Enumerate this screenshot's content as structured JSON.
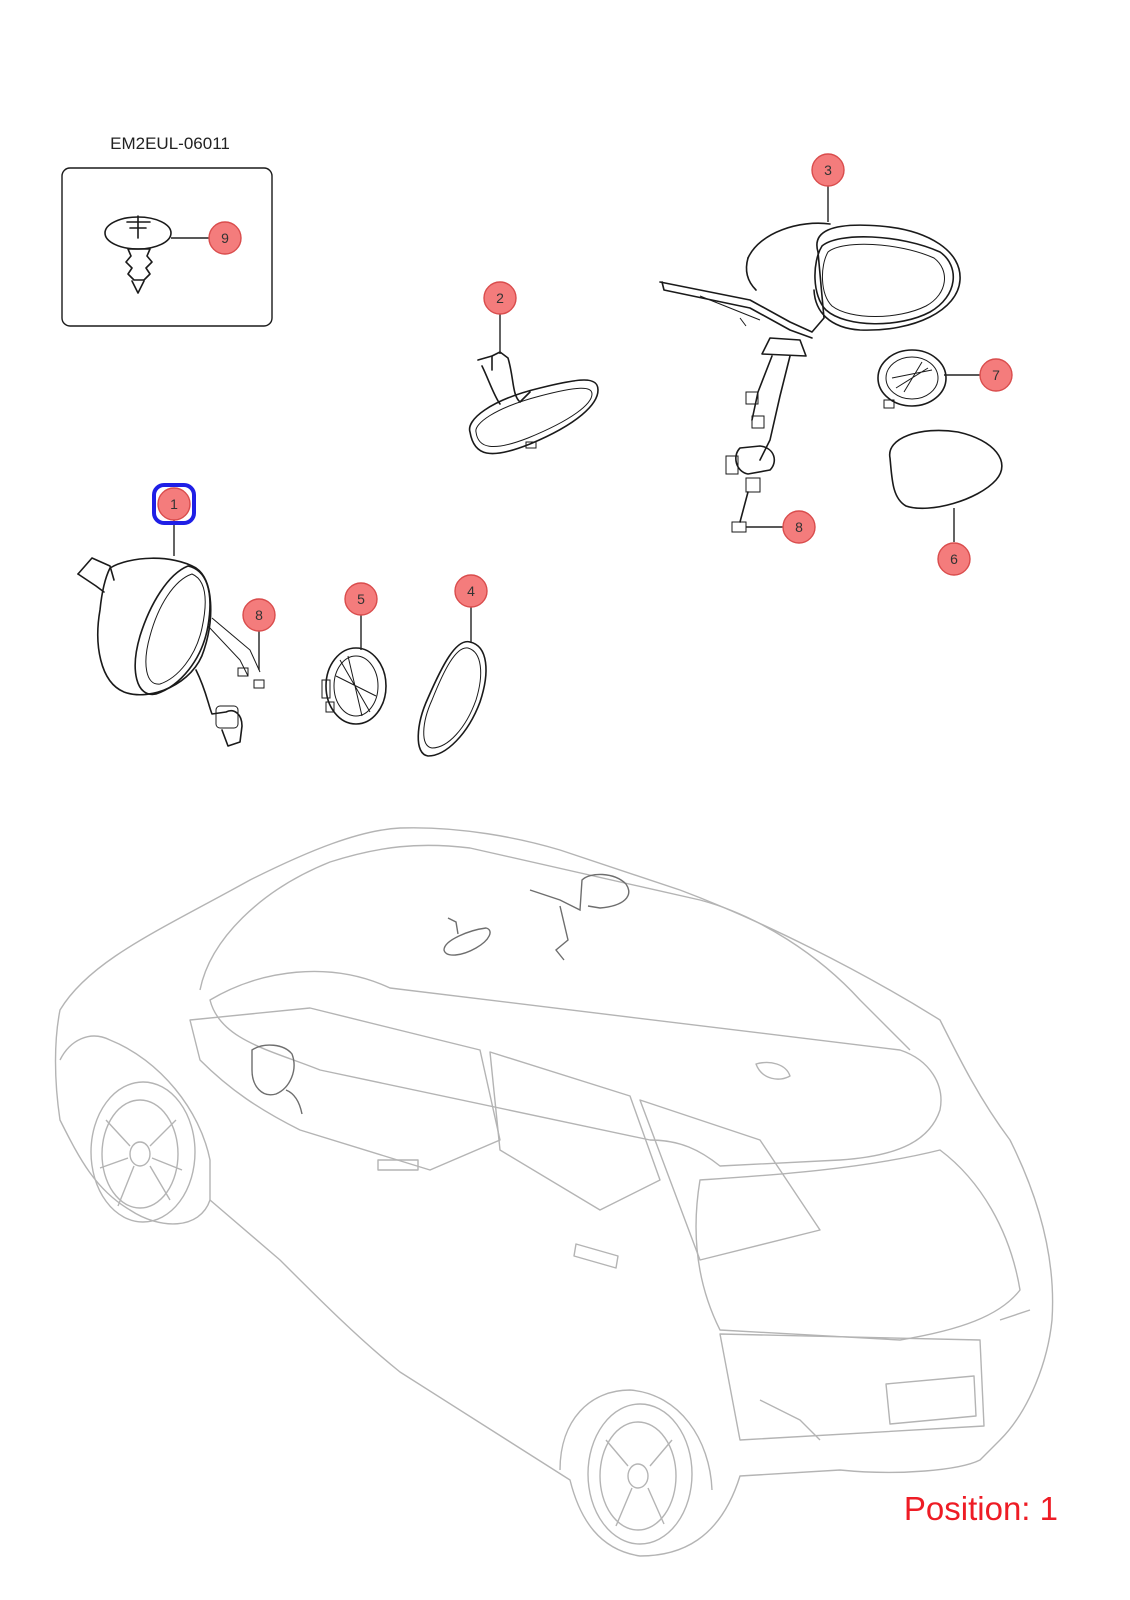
{
  "diagram_code": "EM2EUL-06011",
  "position_label": "Position: 1",
  "colors": {
    "callout_fill": "#f47c7c",
    "callout_stroke": "#d94c4c",
    "selected_outline": "#1f1fe6",
    "position_text": "#ee1c25",
    "car_line": "#b4b4b4"
  },
  "selected_part": "1",
  "callouts": [
    {
      "id": "c9",
      "label": "9"
    },
    {
      "id": "c3",
      "label": "3"
    },
    {
      "id": "c2",
      "label": "2"
    },
    {
      "id": "c7",
      "label": "7"
    },
    {
      "id": "c8a",
      "label": "8"
    },
    {
      "id": "c6",
      "label": "6"
    },
    {
      "id": "c1",
      "label": "1"
    },
    {
      "id": "c8b",
      "label": "8"
    },
    {
      "id": "c5",
      "label": "5"
    },
    {
      "id": "c4",
      "label": "4"
    }
  ]
}
